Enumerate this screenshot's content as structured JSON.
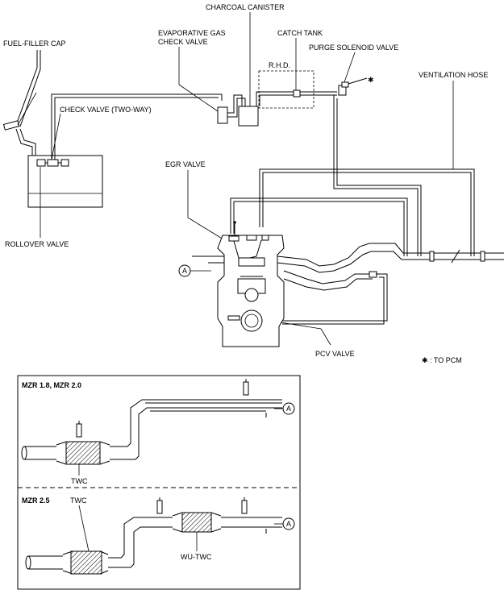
{
  "labels": {
    "charcoal_canister": "CHARCOAL CANISTER",
    "fuel_filler_cap": "FUEL-FILLER CAP",
    "evap_check_valve_1": "EVAPORATIVE GAS",
    "evap_check_valve_2": "CHECK VALVE",
    "catch_tank": "CATCH TANK",
    "purge_solenoid": "PURGE SOLENOID VALVE",
    "rhd": "R.H.D.",
    "ventilation_hose": "VENTILATION HOSE",
    "check_valve_two_way": "CHECK VALVE  (TWO-WAY)",
    "egr_valve": "EGR VALVE",
    "rollover_valve": "ROLLOVER VALVE",
    "pcv_valve": "PCV VALVE",
    "to_pcm": "✱ : TO PCM",
    "asterisk": "✱",
    "circle_a": "A"
  },
  "inset": {
    "mzr_18_20": "MZR 1.8, MZR 2.0",
    "mzr_25": "MZR 2.5",
    "twc": "TWC",
    "wu_twc": "WU-TWC"
  }
}
